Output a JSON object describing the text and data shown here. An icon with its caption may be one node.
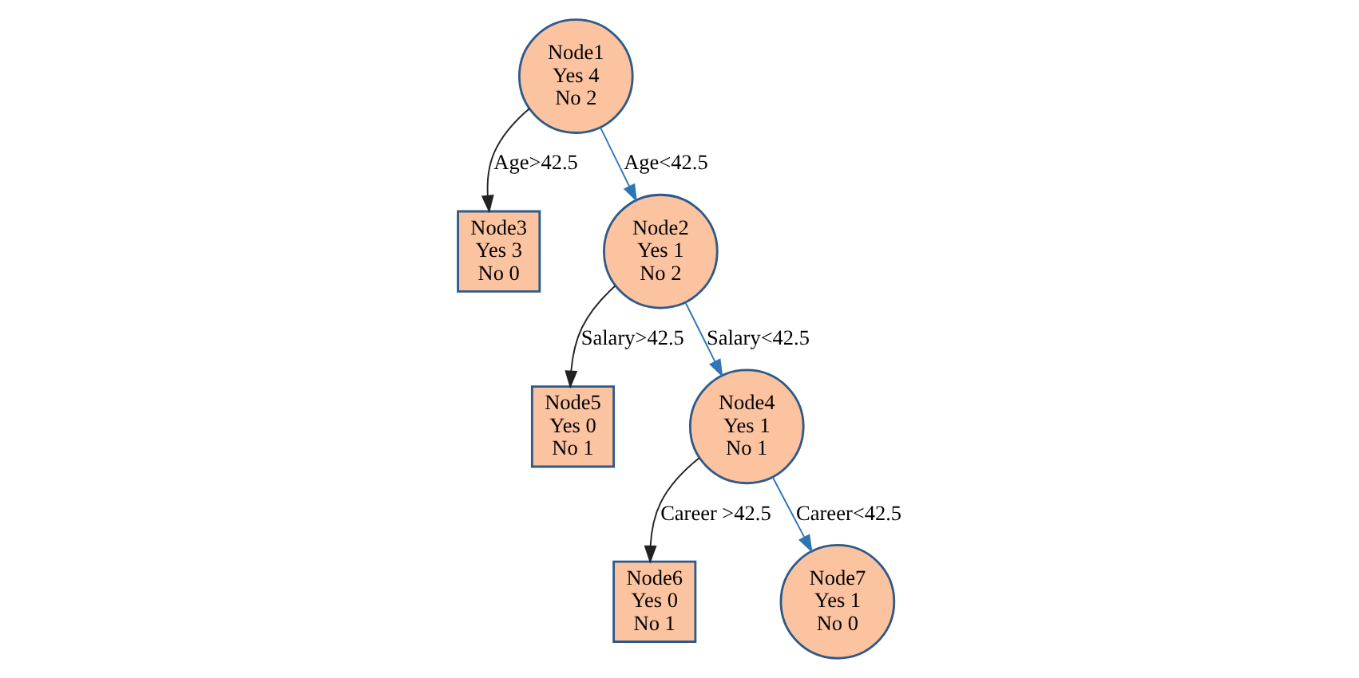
{
  "diagram": {
    "nodes": [
      {
        "text": [
          "Node1",
          "Yes 4",
          "No 2"
        ]
      },
      {
        "text": [
          "Node3",
          "Yes 3",
          "No 0"
        ]
      },
      {
        "text": [
          "Node2",
          "Yes 1",
          "No 2"
        ]
      },
      {
        "text": [
          "Node5",
          "Yes 0",
          "No 1"
        ]
      },
      {
        "text": [
          "Node4",
          "Yes 1",
          "No 1"
        ]
      },
      {
        "text": [
          "Node6",
          "Yes 0",
          "No 1"
        ]
      },
      {
        "text": [
          "Node7",
          "Yes 1",
          "No 0"
        ]
      }
    ],
    "edges": [
      {
        "from": 0,
        "to": 1,
        "arrow": "to",
        "label": "Age>42.5"
      },
      {
        "from": 0,
        "to": 2,
        "arrow": "to",
        "label": "Age<42.5",
        "color": "#2e75b6"
      },
      {
        "from": 2,
        "to": 3,
        "arrow": "to",
        "label": "Salary>42.5"
      },
      {
        "from": 2,
        "to": 4,
        "arrow": "to",
        "label": "Salary<42.5",
        "color": "#2e75b6"
      },
      {
        "from": 4,
        "to": 5,
        "arrow": "to",
        "label": "Career >42.5"
      },
      {
        "from": 4,
        "to": 6,
        "arrow": "to",
        "label": "Career<42.5",
        "color": "#2e75b6"
      }
    ]
  }
}
